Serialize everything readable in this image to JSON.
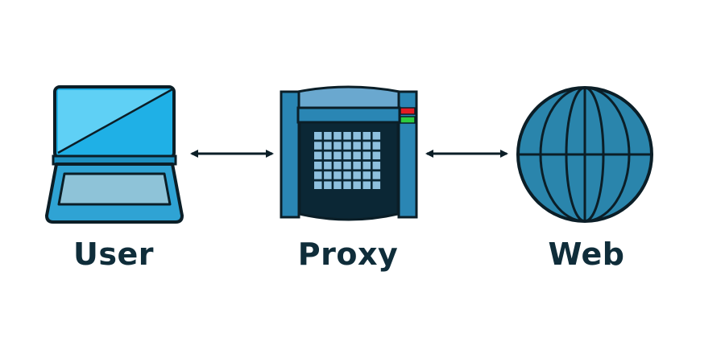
{
  "nodes": [
    {
      "id": "user",
      "label": "User",
      "icon": "laptop-icon"
    },
    {
      "id": "proxy",
      "label": "Proxy",
      "icon": "proxy-server-icon"
    },
    {
      "id": "web",
      "label": "Web",
      "icon": "globe-icon"
    }
  ],
  "edges": [
    {
      "from": "user",
      "to": "proxy",
      "direction": "bidirectional"
    },
    {
      "from": "proxy",
      "to": "web",
      "direction": "bidirectional"
    }
  ],
  "colors": {
    "outline": "#0b1e27",
    "label_text": "#0f2d3a",
    "laptop_screen_light": "#5fd0f5",
    "laptop_screen_dark": "#1fb0e6",
    "laptop_body": "#2fa3d4",
    "laptop_keyboard": "#8ec3d8",
    "proxy_frame": "#2a86b4",
    "proxy_top": "#6aa8cf",
    "proxy_panel": "#0b2735",
    "proxy_keys": "#8ec0de",
    "proxy_red": "#e51c23",
    "proxy_green": "#2ecc40",
    "globe_fill": "#2a85ac"
  }
}
